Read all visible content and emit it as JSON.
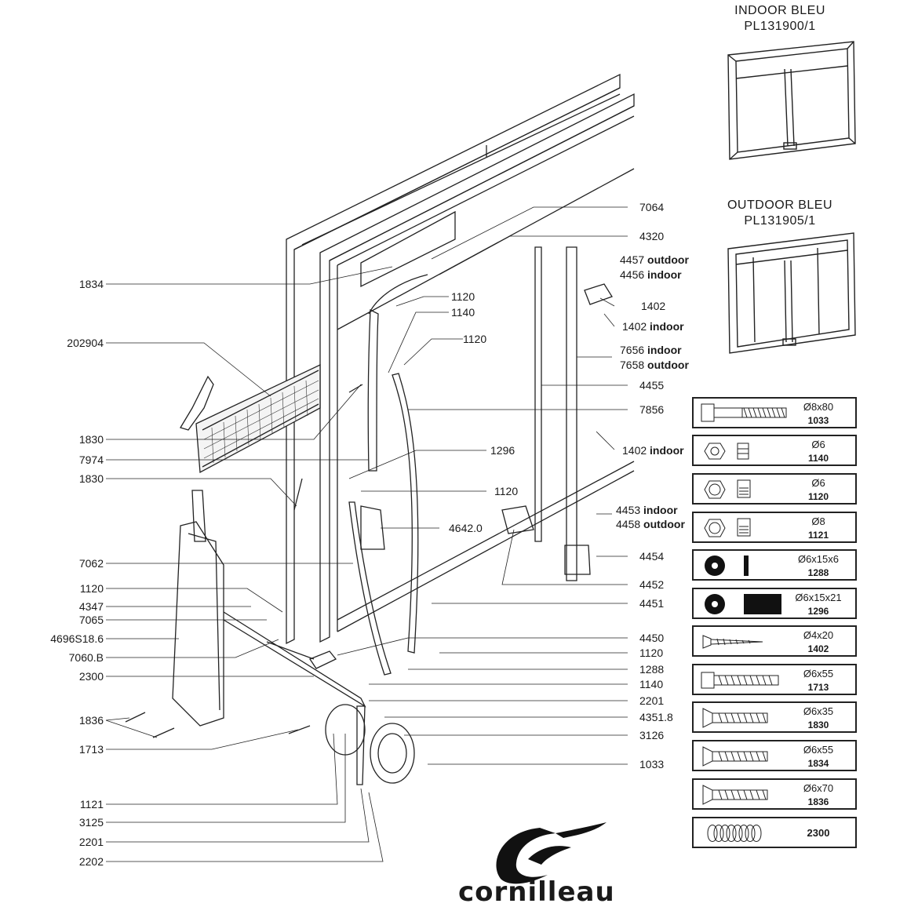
{
  "panels": [
    {
      "name": "INDOOR  BLEU",
      "ref": "PL131900/1"
    },
    {
      "name": "OUTDOOR  BLEU",
      "ref": "PL131905/1"
    }
  ],
  "left_callouts": [
    "1834",
    "202904",
    "1830",
    "7974",
    "1830",
    "7062",
    "1120",
    "4347",
    "7065",
    "4696S18.6",
    "7060.B",
    "2300",
    "1836",
    "1713",
    "1121",
    "3125",
    "2201",
    "2202"
  ],
  "right_callouts": [
    {
      "code": "7064",
      "note": ""
    },
    {
      "code": "4320",
      "note": ""
    },
    {
      "code": "4457",
      "note": "outdoor"
    },
    {
      "code": "4456",
      "note": "indoor"
    },
    {
      "code": "1120",
      "note": ""
    },
    {
      "code": "1402",
      "note": ""
    },
    {
      "code": "1140",
      "note": ""
    },
    {
      "code": "1402",
      "note": "indoor"
    },
    {
      "code": "1120",
      "note": ""
    },
    {
      "code": "7656",
      "note": "indoor"
    },
    {
      "code": "7658",
      "note": "outdoor"
    },
    {
      "code": "4455",
      "note": ""
    },
    {
      "code": "7856",
      "note": ""
    },
    {
      "code": "1296",
      "note": ""
    },
    {
      "code": "1402",
      "note": "indoor"
    },
    {
      "code": "1120",
      "note": ""
    },
    {
      "code": "4453",
      "note": "indoor"
    },
    {
      "code": "4642.0",
      "note": ""
    },
    {
      "code": "4458",
      "note": "outdoor"
    },
    {
      "code": "4454",
      "note": ""
    },
    {
      "code": "4452",
      "note": ""
    },
    {
      "code": "4451",
      "note": ""
    },
    {
      "code": "4450",
      "note": ""
    },
    {
      "code": "1120",
      "note": ""
    },
    {
      "code": "1288",
      "note": ""
    },
    {
      "code": "1140",
      "note": ""
    },
    {
      "code": "2201",
      "note": ""
    },
    {
      "code": "4351.8",
      "note": ""
    },
    {
      "code": "3126",
      "note": ""
    },
    {
      "code": "1033",
      "note": ""
    }
  ],
  "hardware": [
    {
      "spec": "Ø8x80",
      "ref": "1033",
      "icon": "hex-bolt-icon"
    },
    {
      "spec": "Ø6",
      "ref": "1140",
      "icon": "hex-nut-icon"
    },
    {
      "spec": "Ø6",
      "ref": "1120",
      "icon": "lock-nut-icon"
    },
    {
      "spec": "Ø8",
      "ref": "1121",
      "icon": "lock-nut-icon"
    },
    {
      "spec": "Ø6x15x6",
      "ref": "1288",
      "icon": "washer-icon"
    },
    {
      "spec": "Ø6x15x21",
      "ref": "1296",
      "icon": "spacer-icon"
    },
    {
      "spec": "Ø4x20",
      "ref": "1402",
      "icon": "wood-screw-icon"
    },
    {
      "spec": "Ø6x55",
      "ref": "1713",
      "icon": "hex-screw-icon"
    },
    {
      "spec": "Ø6x35",
      "ref": "1830",
      "icon": "countersunk-screw-icon"
    },
    {
      "spec": "Ø6x55",
      "ref": "1834",
      "icon": "countersunk-screw-icon"
    },
    {
      "spec": "Ø6x70",
      "ref": "1836",
      "icon": "countersunk-screw-icon"
    },
    {
      "spec": "",
      "ref": "2300",
      "icon": "spring-icon"
    }
  ],
  "brand": {
    "name": "cornilleau"
  }
}
